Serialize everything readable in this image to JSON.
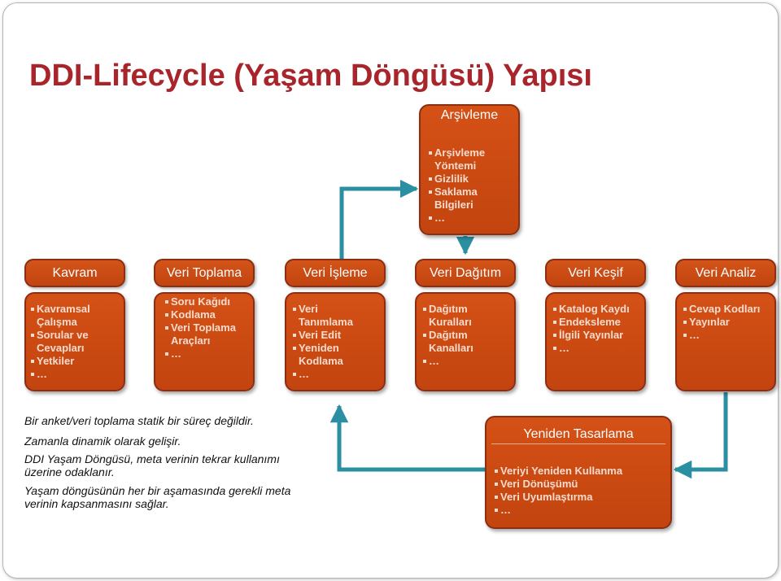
{
  "title": "DDI-Lifecycle (Yaşam Döngüsü) Yapısı",
  "archive": {
    "header": "Arşivleme",
    "items": [
      "Arşivleme Yöntemi",
      "Gizlilik",
      "Saklama Bilgileri",
      "…"
    ]
  },
  "stages": [
    {
      "header": "Kavram",
      "items": [
        "Kavramsal Çalışma",
        "Sorular ve Cevapları",
        "Yetkiler",
        "…"
      ]
    },
    {
      "header": "Veri Toplama",
      "items": [
        "Soru Kağıdı",
        "Kodlama",
        "Veri Toplama Araçları",
        "…"
      ]
    },
    {
      "header": "Veri İşleme",
      "items": [
        "Veri Tanımlama",
        "Veri Edit",
        "Yeniden Kodlama",
        "…"
      ]
    },
    {
      "header": "Veri Dağıtım",
      "items": [
        "Dağıtım Kuralları",
        "Dağıtım Kanalları",
        "…"
      ]
    },
    {
      "header": "Veri Keşif",
      "items": [
        "Katalog Kaydı",
        "Endeksleme",
        "İlgili Yayınlar",
        "…"
      ]
    },
    {
      "header": "Veri Analiz",
      "items": [
        "Cevap Kodları",
        "Yayınlar",
        "…"
      ]
    }
  ],
  "redesign": {
    "header": "Yeniden Tasarlama",
    "items": [
      "Veriyi Yeniden Kullanma",
      "Veri Dönüşümü",
      "Veri Uyumlaştırma",
      "…"
    ]
  },
  "notes": [
    "Bir anket/veri toplama statik bir süreç değildir.",
    "Zamanla dinamik olarak gelişir.",
    "DDI Yaşam Döngüsü, meta verinin tekrar kullanımı üzerine odaklanır.",
    "Yaşam döngüsünün her bir aşamasında gerekli meta verinin kapsanmasını sağlar."
  ],
  "colors": {
    "title": "#a8262b",
    "box": "#cc4a12",
    "box_border": "#8a2f13",
    "arrow": "#2a8fa0",
    "item_text": "#f7dccd"
  }
}
